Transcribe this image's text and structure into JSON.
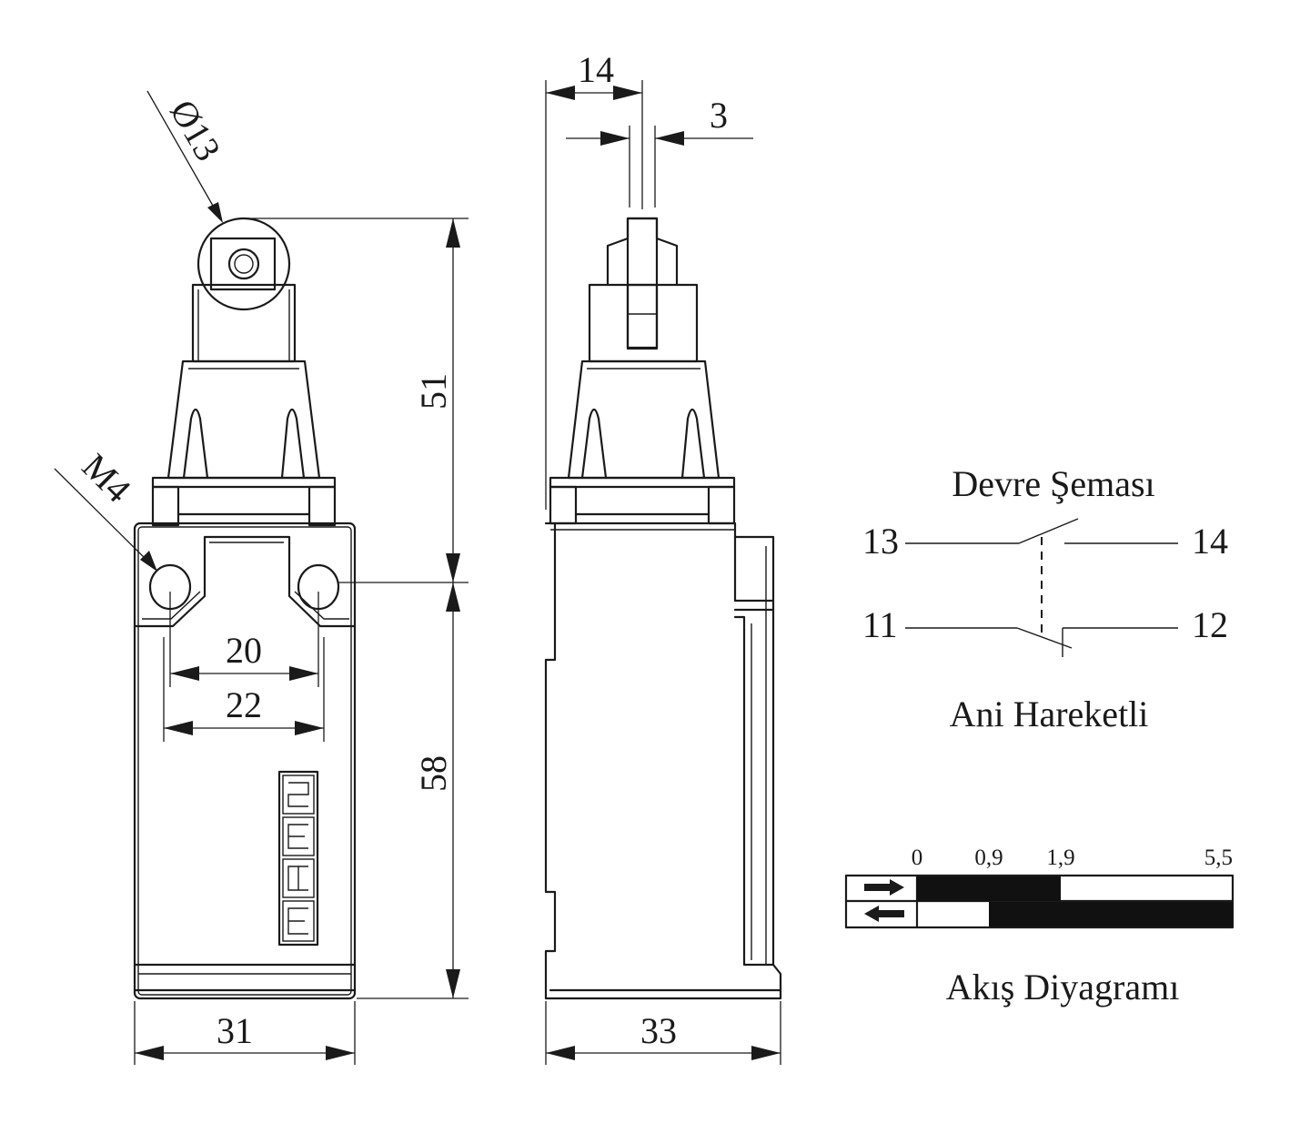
{
  "dimensions": {
    "diameter": "Ø13",
    "thread": "M4",
    "height_upper": "51",
    "height_lower": "58",
    "hole_spacing_inner": "20",
    "hole_spacing_outer": "22",
    "width_front": "31",
    "width_side": "33",
    "side_offset": "14",
    "roller_width": "3"
  },
  "logo": {
    "text": "emas"
  },
  "circuit": {
    "title": "Devre Şeması",
    "subtitle": "Ani Hareketli",
    "terminals": {
      "no_left": "13",
      "no_right": "14",
      "nc_left": "11",
      "nc_right": "12"
    }
  },
  "flow": {
    "title": "Akış Diyagramı",
    "scale_labels": [
      "0",
      "0,9",
      "1,9",
      "5,5"
    ]
  },
  "chart_data": {
    "type": "bar",
    "title": "Akış Diyagramı",
    "x_ticks": [
      "0",
      "0,9",
      "1,9",
      "5,5"
    ],
    "xlim": [
      0,
      5.5
    ],
    "series": [
      {
        "name": "→",
        "closed_ranges": [
          [
            0,
            1.9
          ]
        ]
      },
      {
        "name": "←",
        "closed_ranges": [
          [
            0.9,
            5.5
          ]
        ]
      }
    ]
  }
}
